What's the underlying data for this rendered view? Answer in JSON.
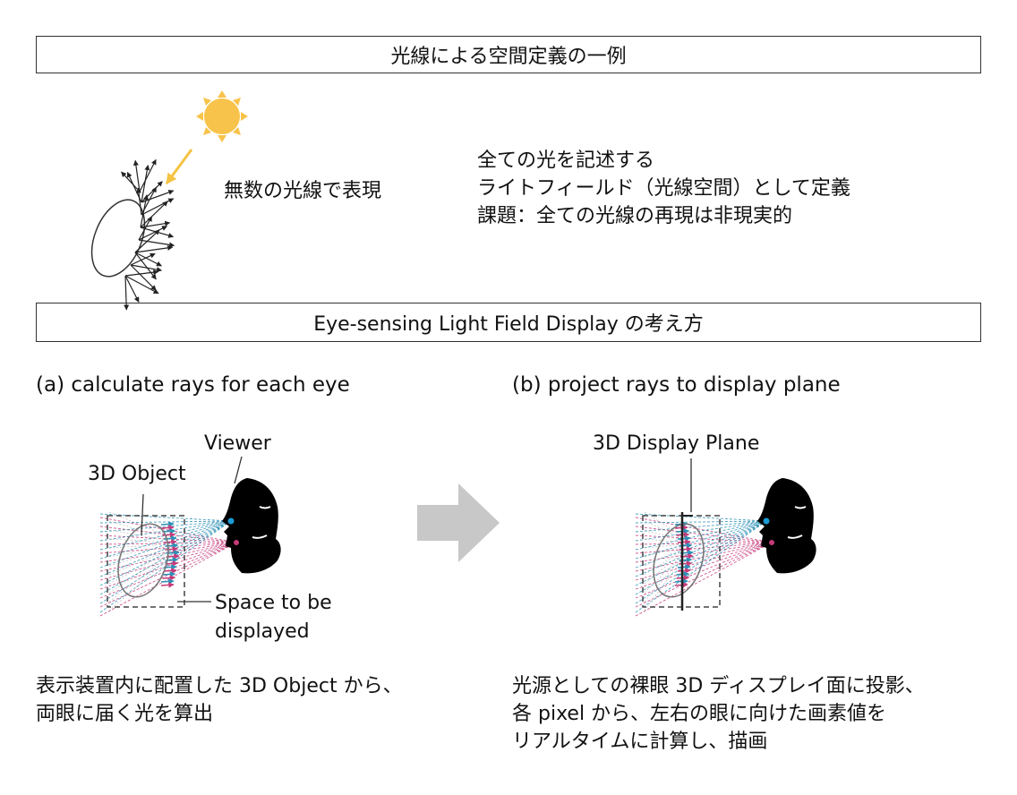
{
  "section1": {
    "title": "光線による空間定義の一例",
    "left_caption": "無数の光線で表現",
    "description": [
      "全ての光を記述する",
      "ライトフィールド（光線空間）として定義",
      "課題：全ての光線の再現は非現実的"
    ]
  },
  "section2": {
    "title": "Eye-sensing Light Field Display の考え方",
    "panel_a": {
      "heading": "(a) calculate rays for each eye",
      "label_viewer": "Viewer",
      "label_object": "3D Object",
      "label_space": [
        "Space to be",
        "displayed"
      ],
      "caption": [
        "表示装置内に配置した 3D Object から、",
        "両眼に届く光を算出"
      ]
    },
    "panel_b": {
      "heading": "(b) project rays to display plane",
      "label_plane": "3D Display Plane",
      "caption": [
        "光源としての裸眼 3D ディスプレイ面に投影、",
        "各 pixel から、左右の眼に向けた画素値を",
        "リアルタイムに計算し、描画"
      ]
    }
  },
  "colors": {
    "sun": "#f8c34a",
    "sun_arrow": "#f5c242",
    "ray_blue": "#2a8fb5",
    "ray_pink": "#c63a7a",
    "arrow_gray": "#c8c8c8",
    "eye": "#1a9bd6"
  }
}
